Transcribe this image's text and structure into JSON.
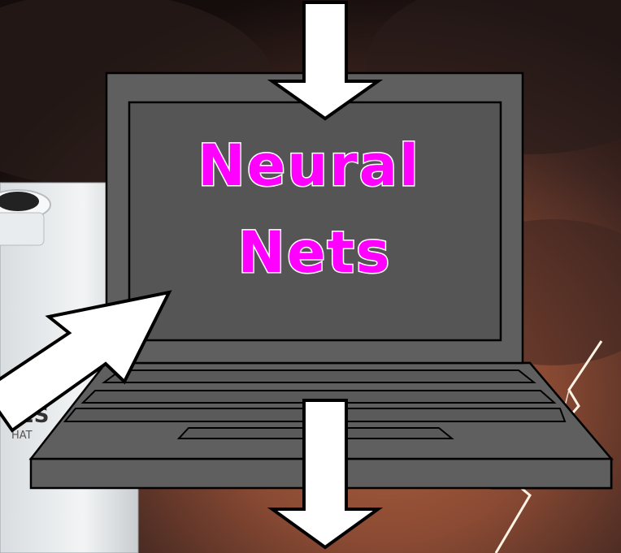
{
  "screen": {
    "line1": "Neural",
    "line2": "Nets"
  },
  "device_label_fragment": {
    "line1": "ES",
    "line2": "HAT"
  },
  "colors": {
    "laptop_body": "#5f5f5f",
    "screen": "#555555",
    "outline": "#000000",
    "arrow_fill": "#ffffff",
    "text_fill": "#ff00ff",
    "text_stroke": "#ffffff",
    "sky_dark": "#1a1110",
    "sky_warm": "#8a4a33"
  },
  "icons": {
    "top_arrow": "arrow-down-icon",
    "bottom_arrow": "arrow-down-icon",
    "left_arrow": "arrow-up-right-icon",
    "lightning": "lightning-icon",
    "device": "lab-device"
  }
}
